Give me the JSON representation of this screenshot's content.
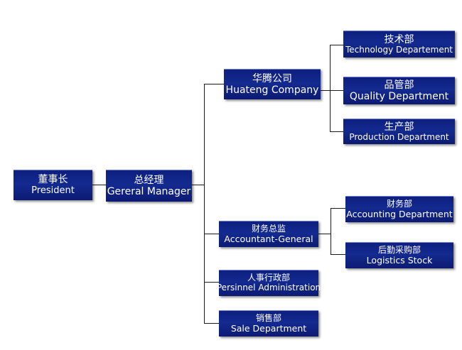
{
  "nodes": {
    "president": {
      "zh": "董事长",
      "en": "President"
    },
    "general_manager": {
      "zh": "总经理",
      "en": "Gereral Manager"
    },
    "huateng": {
      "zh": "华腾公司",
      "en": "Huateng Company"
    },
    "technology": {
      "zh": "技术部",
      "en": "Technology Departement"
    },
    "quality": {
      "zh": "品管部",
      "en": "Quality Department"
    },
    "production": {
      "zh": "生产部",
      "en": "Production Department"
    },
    "accountant": {
      "zh": "财务总监",
      "en": "Accountant-General"
    },
    "accounting": {
      "zh": "财务部",
      "en": "Accounting Department"
    },
    "logistics": {
      "zh": "后勤采购部",
      "en": "Logistics Stock"
    },
    "personnel": {
      "zh": "人事行政部",
      "en": "Persinnel Administration"
    },
    "sale": {
      "zh": "销售部",
      "en": "Sale Department"
    }
  },
  "colors": {
    "box": "#0d1f80",
    "line": "#1a1a1a",
    "text": "#ffffff"
  }
}
